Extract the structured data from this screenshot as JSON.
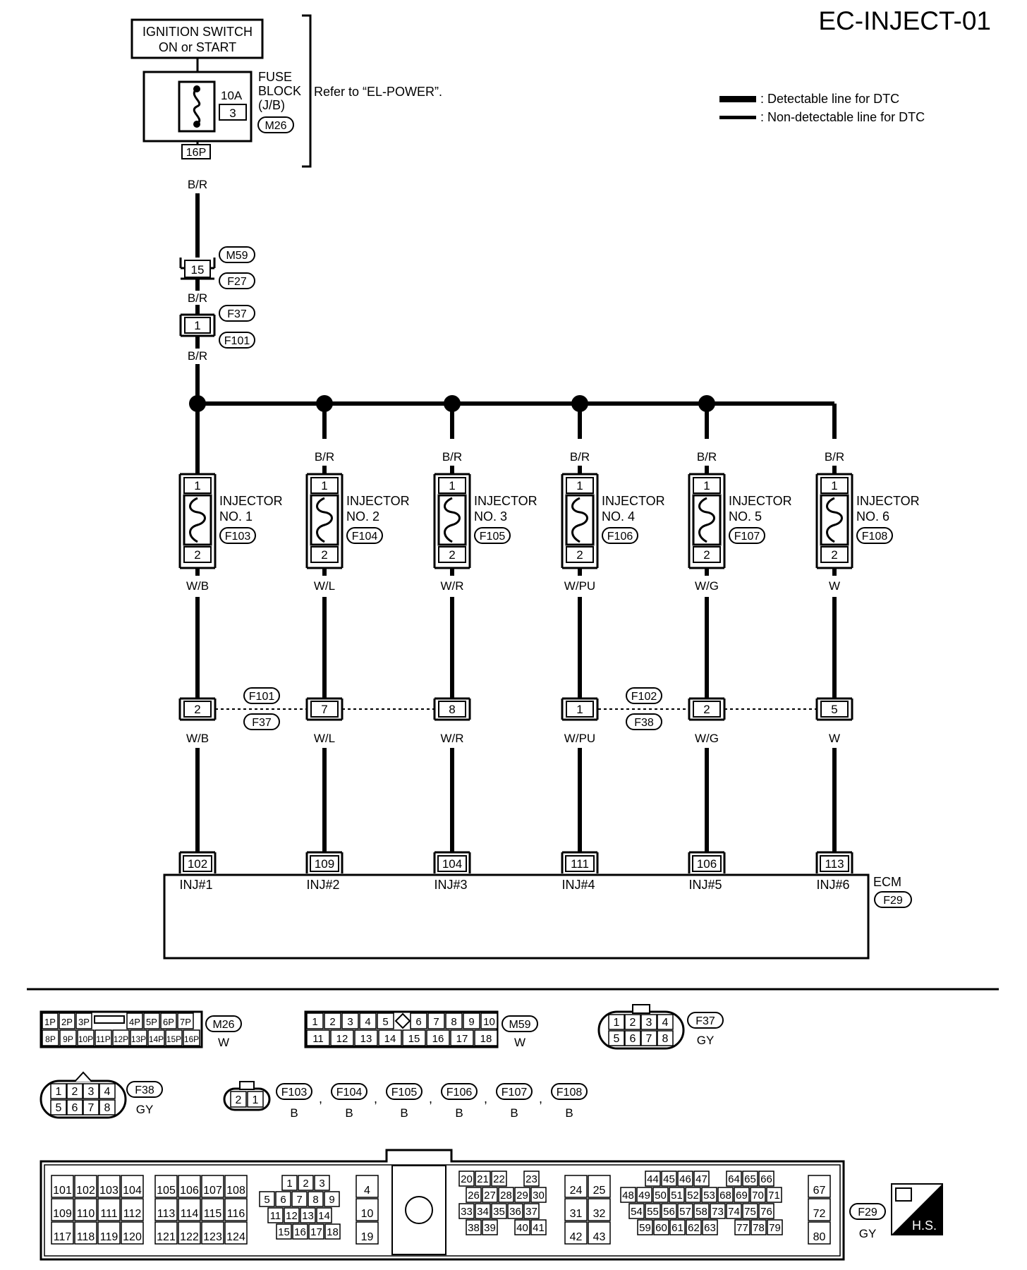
{
  "title": "EC-INJECT-01",
  "legend": [
    {
      "style": "thick",
      "label": ": Detectable line for DTC"
    },
    {
      "style": "thin",
      "label": ": Non-detectable line for DTC"
    }
  ],
  "ignition": {
    "line1": "IGNITION SWITCH",
    "line2": "ON or START"
  },
  "fuse": {
    "amp": "10A",
    "number": "3",
    "label_lines": [
      "FUSE",
      "BLOCK",
      "(J/B)"
    ],
    "connector": "M26",
    "terminal": "16P",
    "refer": "Refer to “EL-POWER”."
  },
  "supply": {
    "wire_color": "B/R",
    "conn1": {
      "terminal": "15",
      "ids": [
        "M59",
        "F27"
      ]
    },
    "conn2": {
      "terminal": "1",
      "ids": [
        "F37",
        "F101"
      ]
    }
  },
  "injectors": [
    {
      "label": "INJECTOR",
      "no": "NO. 1",
      "conn": "F103",
      "pin_in": "1",
      "pin_out": "2",
      "in_color": "",
      "out_color": "W/B",
      "mid_pin": "2",
      "ecm_pin": "102",
      "ecm_label": "INJ#1"
    },
    {
      "label": "INJECTOR",
      "no": "NO. 2",
      "conn": "F104",
      "pin_in": "1",
      "pin_out": "2",
      "in_color": "B/R",
      "out_color": "W/L",
      "mid_pin": "7",
      "ecm_pin": "109",
      "ecm_label": "INJ#2"
    },
    {
      "label": "INJECTOR",
      "no": "NO. 3",
      "conn": "F105",
      "pin_in": "1",
      "pin_out": "2",
      "in_color": "B/R",
      "out_color": "W/R",
      "mid_pin": "8",
      "ecm_pin": "104",
      "ecm_label": "INJ#3"
    },
    {
      "label": "INJECTOR",
      "no": "NO. 4",
      "conn": "F106",
      "pin_in": "1",
      "pin_out": "2",
      "in_color": "B/R",
      "out_color": "W/PU",
      "mid_pin": "1",
      "ecm_pin": "111",
      "ecm_label": "INJ#4"
    },
    {
      "label": "INJECTOR",
      "no": "NO. 5",
      "conn": "F107",
      "pin_in": "1",
      "pin_out": "2",
      "in_color": "B/R",
      "out_color": "W/G",
      "mid_pin": "2",
      "ecm_pin": "106",
      "ecm_label": "INJ#5"
    },
    {
      "label": "INJECTOR",
      "no": "NO. 6",
      "conn": "F108",
      "pin_in": "1",
      "pin_out": "2",
      "in_color": "B/R",
      "out_color": "W",
      "mid_pin": "5",
      "ecm_pin": "113",
      "ecm_label": "INJ#6"
    }
  ],
  "mid_connectors": [
    {
      "top": "F101",
      "bottom": "F37"
    },
    {
      "top": "F102",
      "bottom": "F38"
    }
  ],
  "ecm": {
    "label": "ECM",
    "connector": "F29"
  },
  "connector_views": {
    "m26": {
      "id": "M26",
      "color": "W",
      "row1": [
        "1P",
        "2P",
        "3P",
        "",
        "4P",
        "5P",
        "6P",
        "7P"
      ],
      "row2": [
        "8P",
        "9P",
        "10P",
        "11P",
        "12P",
        "13P",
        "14P",
        "15P",
        "16P"
      ]
    },
    "m59": {
      "id": "M59",
      "color": "W",
      "row1": [
        "1",
        "2",
        "3",
        "4",
        "5",
        "",
        "6",
        "7",
        "8",
        "9",
        "10"
      ],
      "row2": [
        "11",
        "12",
        "13",
        "14",
        "15",
        "16",
        "17",
        "18"
      ]
    },
    "f37": {
      "id": "F37",
      "color": "GY",
      "row1": [
        "1",
        "2",
        "3",
        "4"
      ],
      "row2": [
        "5",
        "6",
        "7",
        "8"
      ]
    },
    "f38": {
      "id": "F38",
      "color": "GY",
      "row1": [
        "1",
        "2",
        "3",
        "4"
      ],
      "row2": [
        "5",
        "6",
        "7",
        "8"
      ]
    },
    "inj": {
      "pins": [
        "2",
        "1"
      ],
      "items": [
        {
          "id": "F103",
          "color": "B"
        },
        {
          "id": "F104",
          "color": "B"
        },
        {
          "id": "F105",
          "color": "B"
        },
        {
          "id": "F106",
          "color": "B"
        },
        {
          "id": "F107",
          "color": "B"
        },
        {
          "id": "F108",
          "color": "B"
        }
      ]
    },
    "f29": {
      "id": "F29",
      "color": "GY",
      "hs": "H.S.",
      "g1": [
        [
          "101",
          "102",
          "103",
          "104"
        ],
        [
          "109",
          "110",
          "111",
          "112"
        ],
        [
          "117",
          "118",
          "119",
          "120"
        ]
      ],
      "g2": [
        [
          "105",
          "106",
          "107",
          "108"
        ],
        [
          "113",
          "114",
          "115",
          "116"
        ],
        [
          "121",
          "122",
          "123",
          "124"
        ]
      ],
      "g3": [
        [
          "1",
          "2",
          "3"
        ],
        [
          "5",
          "6",
          "7",
          "8",
          "9"
        ],
        [
          "11",
          "12",
          "13",
          "14"
        ],
        [
          "15",
          "16",
          "17",
          "18"
        ]
      ],
      "g4": [
        "4",
        "10",
        "19"
      ],
      "g5": [
        [
          "20",
          "21",
          "22",
          "",
          "23"
        ],
        [
          "26",
          "27",
          "28",
          "29",
          "30"
        ],
        [
          "33",
          "34",
          "35",
          "36",
          "37"
        ],
        [
          "38",
          "39",
          "",
          "40",
          "41"
        ]
      ],
      "g6": [
        [
          "24",
          "25"
        ],
        [
          "31",
          "32"
        ],
        [
          "42",
          "43"
        ]
      ],
      "g7": [
        [
          "44",
          "45",
          "46",
          "47",
          "",
          "64",
          "65",
          "66"
        ],
        [
          "48",
          "49",
          "50",
          "51",
          "52",
          "53",
          "68",
          "69",
          "70",
          "71"
        ],
        [
          "54",
          "55",
          "56",
          "57",
          "58",
          "73",
          "74",
          "75",
          "76"
        ],
        [
          "59",
          "60",
          "61",
          "62",
          "63",
          "",
          "77",
          "78",
          "79"
        ]
      ],
      "g8": [
        "67",
        "72",
        "80"
      ]
    }
  }
}
